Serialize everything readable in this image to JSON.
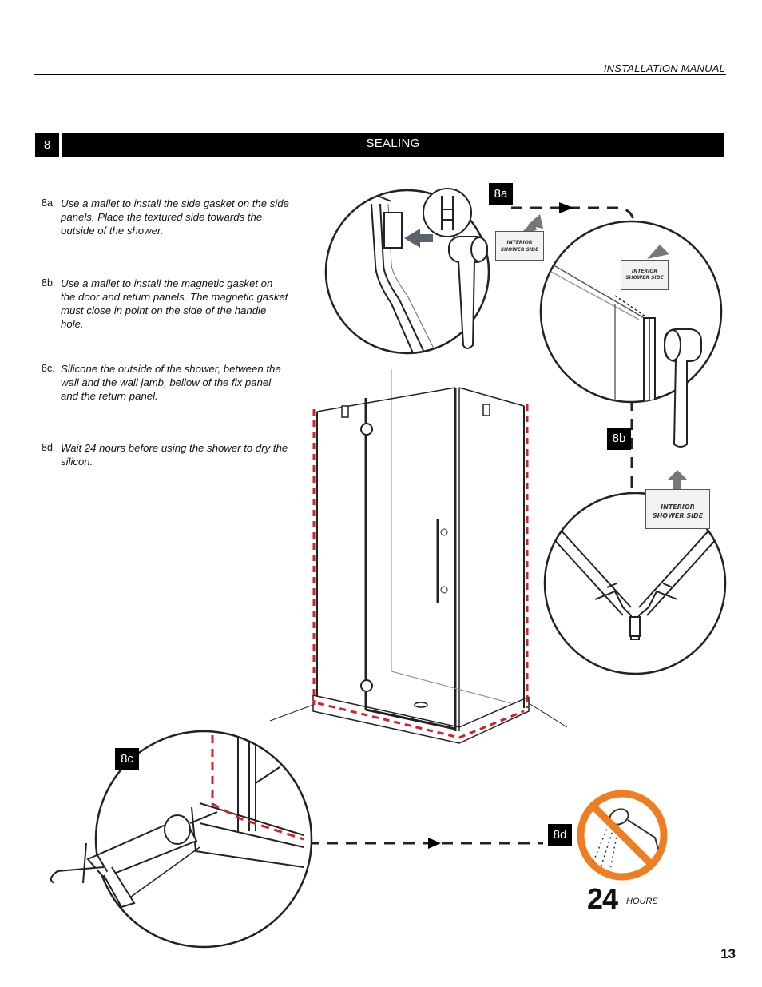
{
  "header": {
    "manual_title": "INSTALLATION MANUAL"
  },
  "section": {
    "number": "8",
    "title": "SEALING"
  },
  "instructions": [
    {
      "label": "8a.",
      "text": "Use a mallet to install the side gasket on the side panels. Place the textured side towards the outside of the shower."
    },
    {
      "label": "8b.",
      "text": "Use a mallet to install the magnetic gasket on the door and return panels. The magnetic gasket must close in point on the side of the handle hole."
    },
    {
      "label": "8c.",
      "text": "Silicone the outside of the shower, between the wall and the wall jamb, bellow of the fix panel and the return panel."
    },
    {
      "label": "8d.",
      "text": "Wait 24 hours before using the shower to dry the silicon."
    }
  ],
  "figure": {
    "tags": {
      "a": "8a",
      "b": "8b",
      "c": "8c",
      "d": "8d"
    },
    "interior_label_line1": "INTERIOR",
    "interior_label_line2": "SHOWER SIDE",
    "hours_number": "24",
    "hours_label": "HOURS",
    "colors": {
      "seal_dash": "#d42027",
      "no_symbol": "#ef7d21",
      "callout_stroke": "#222222"
    },
    "icons": [
      "mallet-icon",
      "caulking-gun-icon",
      "shower-head-icon",
      "no-symbol-icon",
      "arrow-icon"
    ]
  },
  "footer": {
    "page_number": "13"
  }
}
